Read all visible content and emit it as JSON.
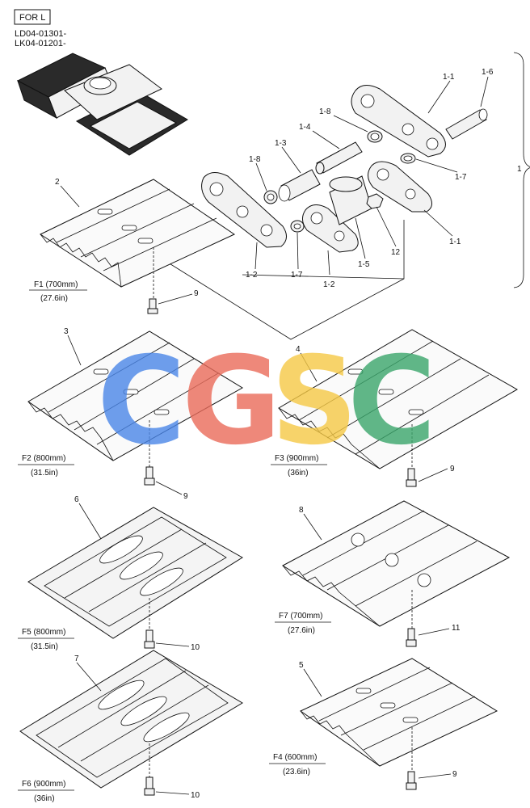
{
  "header": {
    "box_label": "FOR L",
    "serials": [
      "LD04-01301-",
      "LK04-01201-"
    ]
  },
  "bracket_label": "1",
  "callouts": {
    "assembly": [
      "1-1",
      "1-6",
      "1-8",
      "1-4",
      "1-3",
      "1-8",
      "1-7",
      "1-2",
      "1-7",
      "1-2",
      "1-5",
      "12",
      "1-1"
    ],
    "plates": [
      "2",
      "9",
      "3",
      "4",
      "9",
      "9",
      "6",
      "8",
      "10",
      "11",
      "7",
      "5",
      "10",
      "9"
    ]
  },
  "captions": [
    {
      "name": "F1 (700mm)",
      "inch": "(27.6in)"
    },
    {
      "name": "F2 (800mm)",
      "inch": "(31.5in)"
    },
    {
      "name": "F3 (900mm)",
      "inch": "(36in)"
    },
    {
      "name": "F5 (800mm)",
      "inch": "(31.5in)"
    },
    {
      "name": "F7 (700mm)",
      "inch": "(27.6in)"
    },
    {
      "name": "F6 (900mm)",
      "inch": "(36in)"
    },
    {
      "name": "F4 (600mm)",
      "inch": "(23.6in)"
    }
  ],
  "watermark": {
    "letters": [
      "C",
      "G",
      "S",
      "C"
    ],
    "colors": [
      "#4a86e8",
      "#ea6b5a",
      "#f6c945",
      "#3aa66b"
    ]
  }
}
